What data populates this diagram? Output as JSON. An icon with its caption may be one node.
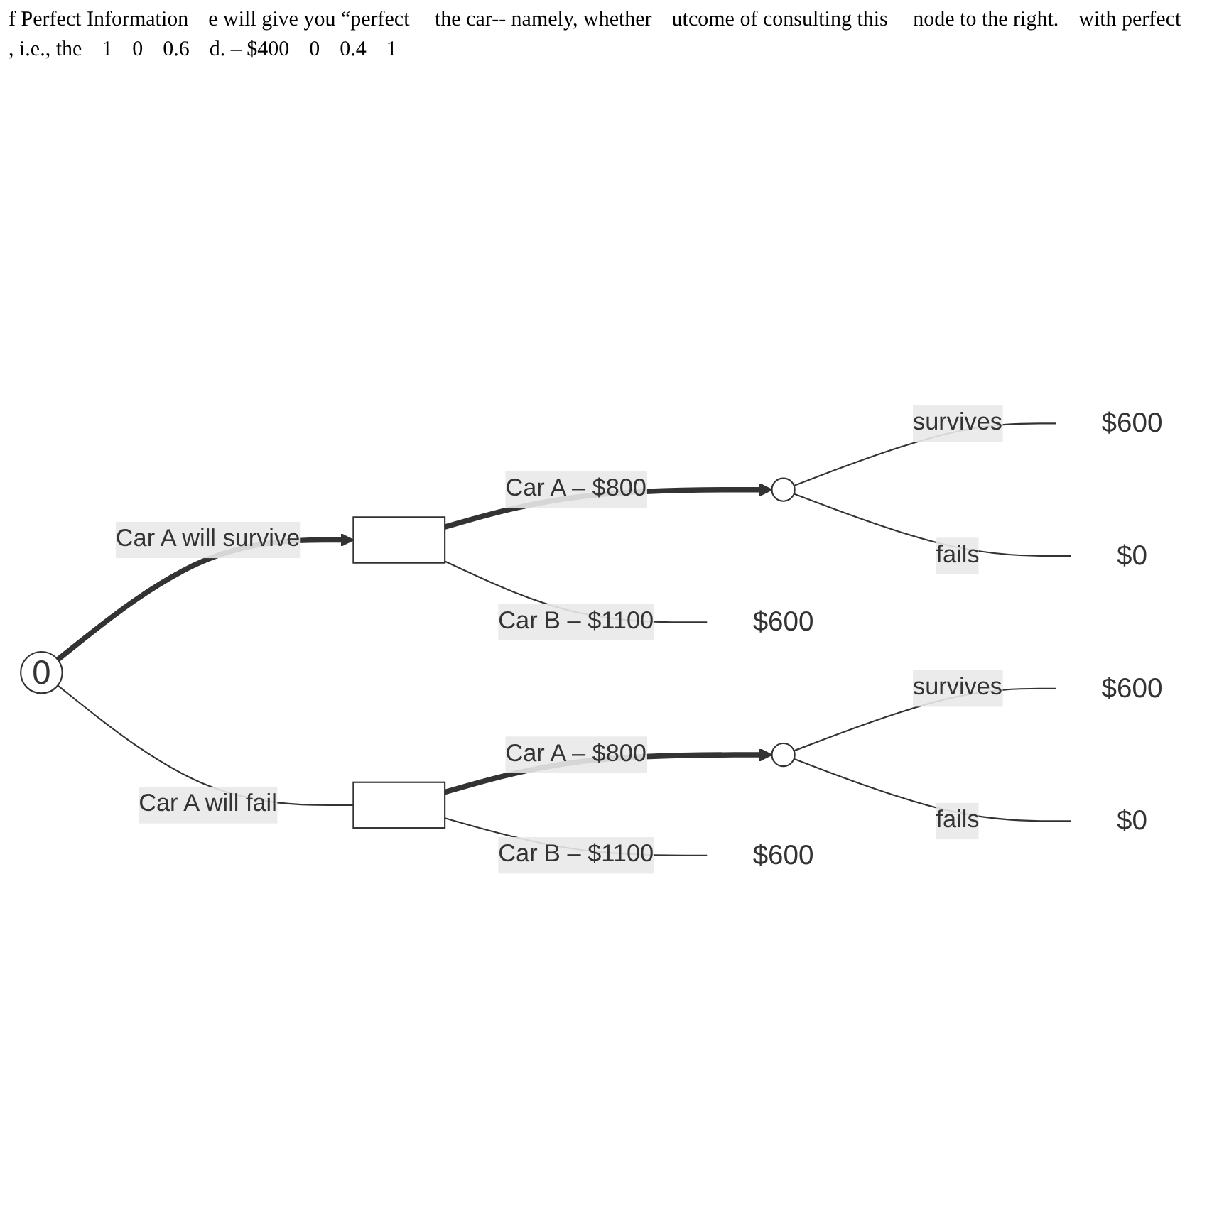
{
  "diagram": {
    "nodes": [
      {
        "text": [
          "0"
        ]
      },
      {
        "text": [],
        "shape": "box"
      },
      {
        "text": [],
        "shape": "circle"
      },
      {
        "text": [
          "$600"
        ]
      },
      {
        "text": [
          "$0"
        ]
      },
      {
        "text": [
          "$600"
        ]
      },
      {
        "text": [],
        "shape": "box"
      },
      {
        "text": [],
        "shape": "circle"
      },
      {
        "text": [
          "$600"
        ]
      },
      {
        "text": [
          "$0"
        ]
      },
      {
        "text": [
          "$600"
        ]
      }
    ],
    "edges": [
      {
        "from": 0,
        "to": 1,
        "arrow": "to",
        "label": "Car A will survive",
        "style": "thick"
      },
      {
        "from": 0,
        "to": 6,
        "arrow": "none",
        "label": "Car A will fail"
      },
      {
        "from": 1,
        "to": 2,
        "arrow": "to",
        "label": "Car A – $800",
        "style": "thick"
      },
      {
        "from": 1,
        "to": 5,
        "arrow": "none",
        "label": "Car B – $1100"
      },
      {
        "from": 2,
        "to": 3,
        "arrow": "none",
        "label": "survives"
      },
      {
        "from": 2,
        "to": 4,
        "arrow": "none",
        "label": "fails"
      },
      {
        "from": 6,
        "to": 7,
        "arrow": "to",
        "label": "Car A – $800",
        "style": "thick"
      },
      {
        "from": 6,
        "to": 10,
        "arrow": "none",
        "label": "Car B – $1100"
      },
      {
        "from": 7,
        "to": 8,
        "arrow": "none",
        "label": "survives"
      },
      {
        "from": 7,
        "to": 9,
        "arrow": "none",
        "label": "fails"
      }
    ],
    "labels": [
      "f Perfect Information",
      "e will give you “perfect",
      " the car-- namely, whether",
      "utcome of consulting this",
      " node to the right.",
      "with perfect",
      ", i.e., the",
      "1",
      "0",
      "0.6",
      "d. – $400",
      "0",
      "0.4",
      "1"
    ]
  }
}
